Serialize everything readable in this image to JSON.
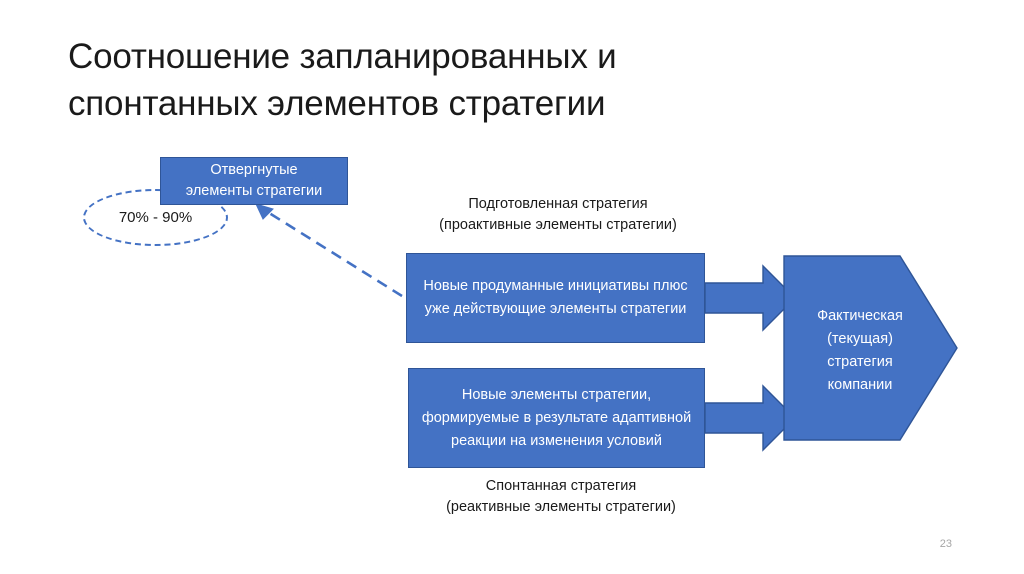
{
  "slide": {
    "title": "Соотношение запланированных и\nспонтанных элементов стратегии",
    "number": "23",
    "accent_color": "#4472C4",
    "accent_border_color": "#2F5597",
    "text_color": "#1A1A1A"
  },
  "shapes": {
    "rejected_box": {
      "label": "Отвергнутые\nэлементы стратегии"
    },
    "percent_ellipse": {
      "label": "70% - 90%"
    },
    "proactive_caption": {
      "label": "Подготовленная стратегия\n(проактивные элементы стратегии)"
    },
    "proactive_box": {
      "label": "Новые продуманные инициативы плюс уже действующие элементы стратегии"
    },
    "reactive_box": {
      "label": "Новые элементы стратегии, формируемые в результате адаптивной реакции на изменения условий"
    },
    "reactive_caption": {
      "label": "Спонтанная стратегия\n(реактивные элементы стратегии)"
    },
    "actual_strategy_pentagon": {
      "label": "Фактическая\n(текущая)\nстратегия\nкомпании"
    }
  },
  "connectors": {
    "dashed_arrow": {
      "name": "rejected-elements-connector",
      "style": "dashed"
    },
    "arrow_top": {
      "name": "proactive-to-actual-arrow"
    },
    "arrow_bottom": {
      "name": "reactive-to-actual-arrow"
    }
  }
}
